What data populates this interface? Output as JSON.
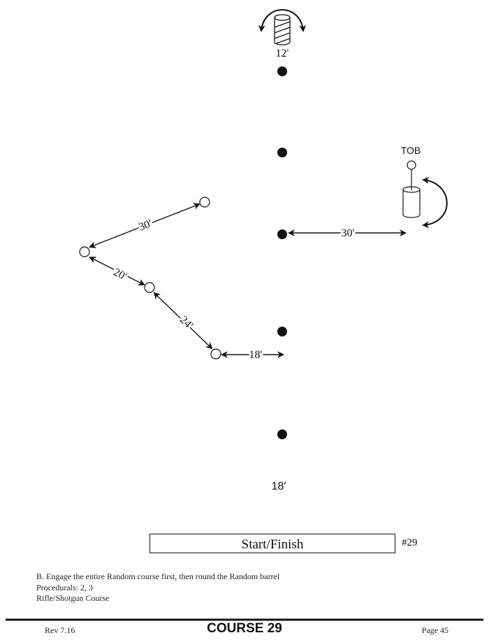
{
  "diagram": {
    "top_barrel_distance": "12'",
    "tob_label": "TOB",
    "tob_distance": "30'",
    "random_distances": [
      "30'",
      "20'",
      "24'",
      "18'"
    ],
    "bottom_distance": "18′",
    "start_finish": "Start/Finish",
    "course_number_tag": "#29"
  },
  "notes": {
    "line1": "B. Engage the entire Random course first, then round the Random barrel",
    "line2": "Procedurals:  2, 3",
    "line3": "Rifle/Shotgun Course"
  },
  "footer": {
    "rev": "Rev 7.16",
    "title": "COURSE 29",
    "page": "Page 45"
  }
}
